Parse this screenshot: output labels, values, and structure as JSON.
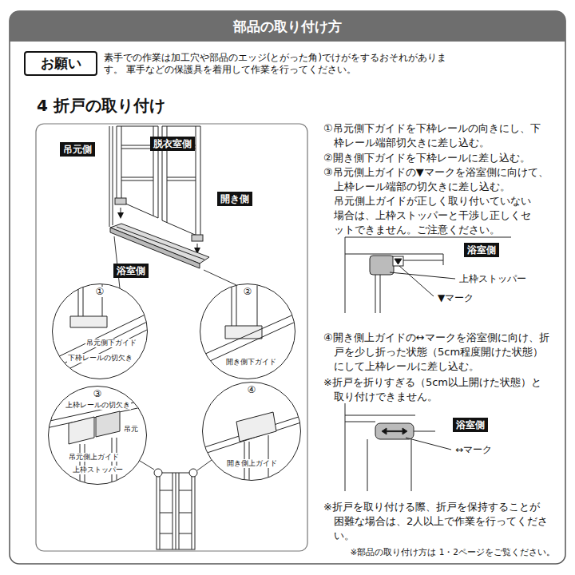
{
  "diagram": {
    "title": "4 折戸の取り付け",
    "nodes": [
      {
        "text": [
          "部品の取り付け方"
        ]
      },
      {
        "text": [
          "お願い"
        ]
      },
      {
        "text": [
          "吊元側"
        ]
      },
      {
        "text": [
          "脱衣室側"
        ]
      },
      {
        "text": [
          "開き側"
        ]
      },
      {
        "text": [
          "浴室側"
        ]
      },
      {
        "text": [
          "①",
          "吊元側下ガイド",
          "下枠レールの切欠き"
        ]
      },
      {
        "text": [
          "②",
          "開き側下ガイド"
        ]
      },
      {
        "text": [
          "③",
          "上枠レールの切欠き",
          "吊元",
          "吊元側上ガイド",
          "上枠ストッパー"
        ]
      },
      {
        "text": [
          "④",
          "開き側上ガイド"
        ]
      },
      {
        "text": [
          "浴室側"
        ]
      },
      {
        "text": [
          "浴室側"
        ]
      }
    ],
    "labels": [
      "素手での作業は加工穴や部品のエッジ(とがった角)でけがをするおそれがあります。 軍手などの保護具を着用して作業を行ってください。",
      "①吊元側下ガイドを下枠レールの向きにし、下枠レール端部切欠きに差し込む。",
      "②開き側下ガイドを下枠レールに差し込む。",
      "③吊元側上ガイドの▼マークを浴室側に向けて、上枠レール端部の切欠きに差し込む。",
      "吊元側上ガイドが正しく取り付いていない場合は、上枠ストッパーと干渉し正しくセットできません。ご注意ください。",
      "上枠ストッパー",
      "▼マーク",
      "④開き側上ガイドの↔マークを浴室側に向け、折戸を少し折った状態（5cm程度開けた状態）にして上枠レールに差し込む。",
      "※折戸を折りすぎる（5cm以上開けた状態）と取り付けできません。",
      "↔マーク",
      "※折戸を取り付ける際、折戸を保持することが困難な場合は、2人以上で作業を行ってください。",
      "※部品の取り付け方は 1・2ページをご覧ください。"
    ]
  }
}
